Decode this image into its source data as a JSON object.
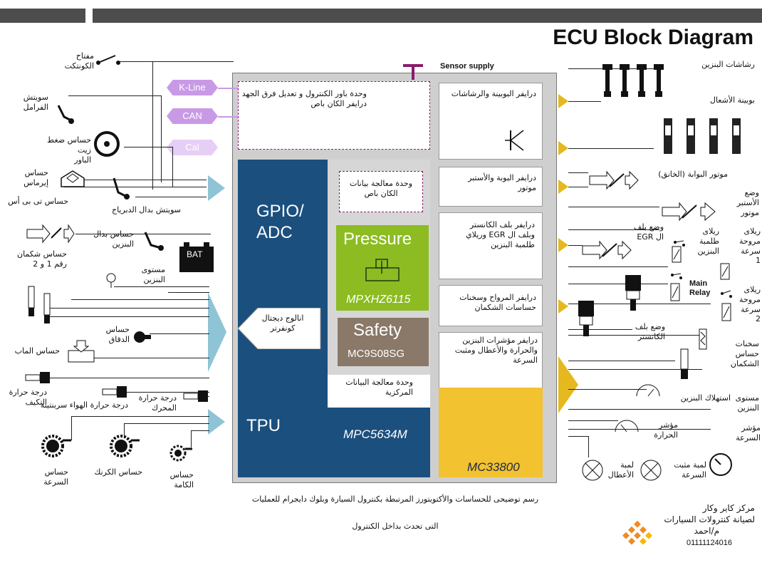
{
  "title": "ECU Block Diagram",
  "sensor_supply": "Sensor supply",
  "bus": {
    "kline": "K-Line",
    "can": "CAN",
    "cal": "Cal"
  },
  "ecu": {
    "power_unit": "وحدة باور الكنترول و تعديل فرق الجهد\nدرايفر الكان باص",
    "can_processing": "وحدة معالجة بيانات\nالكان باص",
    "gpio": "GPIO/\nADC",
    "tpu": "TPU",
    "adc_label": "انالوج ديجتال\nكونفرتر",
    "pressure": "Pressure",
    "pressure_part": "MPXHZ6115",
    "safety": "Safety",
    "safety_part": "MC9S08SG",
    "cpu_label": "وحدة معالجة البيانات\nالمركزية",
    "cpu_part": "MPC5634M",
    "driver_part": "MC33800",
    "drv_coil_injector": "درايفر البوبينة والرشاشات",
    "drv_idle": "درايفر البوبة والأستبر\nموتور",
    "drv_canister": "درايفر بلف الكانستر\nوبلف ال EGR وريلاي\nطلمبة البنزين",
    "drv_fans": "درايفر المرواح وسخنات\nحساسات الشكمان",
    "drv_gauges": "درايفر مؤشرات البنزين\nوالحرارة والأعطال ومثبت\nالسرعة"
  },
  "inputs": {
    "ignition_switch": "مفتاح\nالكونتكت",
    "brake_switch": "سويتش\nالفرامل",
    "power_oil_sensor": "حساس ضغط زيت\nالباور",
    "map_sensor": "حساس\nإيرماس",
    "tps_sensor": "حساس تى بى أس",
    "clutch_switch": "سويتش بدال الدبرياج",
    "oxygen_sensors": "حساس شكمان\nرقم 1 و 2",
    "pedal_sensor": "حساس بدال\nالبنزين",
    "battery": "BAT",
    "fuel_level": "مستوى\nالبنزين",
    "knock_sensor": "حساس\nالدقاق",
    "throttle_sensor": "حساس الماب",
    "intake_temp": "درجة حرارة\nالتكيف",
    "air_temp": "درجة حرارة الهواء سربنتينة",
    "engine_temp": "درجة حرارة\nالمحرك",
    "speed_sensor": "حساس\nالسرعة",
    "crank_sensor": "حساس الكرنك",
    "cam_sensor": "حساس\nالكامة"
  },
  "outputs": {
    "injectors": "رشاشات البنزين",
    "ignition_coils": "بوبينة الأشعال",
    "idle_motor": "موتور البوابة (الخانق)",
    "stepper_position": "وضع\nالأستبر\nموتور",
    "egr_position": "وضع بلف\nال EGR",
    "fuel_pump_relay": "ريلاى\nطلمبة\nالبنزين",
    "fan_relay_1": "ريلاى\nمروحة\nسرعة\n1",
    "main_relay": "Main\nRelay",
    "fan_relay_2": "ريلاى\nمروحة\nسرعة\n2",
    "canister_position": "وضع بلف\nالكانستر",
    "o2_heaters": "سخنات\nحساس\nالشكمان",
    "fuel_consumption": "استهلاك البنزين",
    "fuel_level_gauge": "مستوى\nالبنزين",
    "temp_gauge": "مؤشر\nالحرارة",
    "speed_gauge": "مؤشر\nالسرعة",
    "check_lamp": "لمبة\nالأعطال",
    "cruise_lamp": "لمبة مثبت\nالسرعة"
  },
  "caption": {
    "line1": "رسم توضيحى للحساسات والأكتويتورز  المرتبطة بكنترول السيارة وبلوك دايجرام للعمليات",
    "line2": "التى تحدث بداخل الكنترول"
  },
  "credit": {
    "line1": "مركز كاير وكار",
    "line2": "لصيانة كنترولات السيارات",
    "line3": "م/احمد",
    "phone": "01111124016"
  },
  "colors": {
    "mcu_blue": "#1b4f7e",
    "pressure_green": "#8cbc22",
    "safety_brown": "#8a7868",
    "driver_yellow": "#f2c230",
    "bus_purple": "#c89ae6",
    "input_arrow": "#8fc4d6"
  }
}
